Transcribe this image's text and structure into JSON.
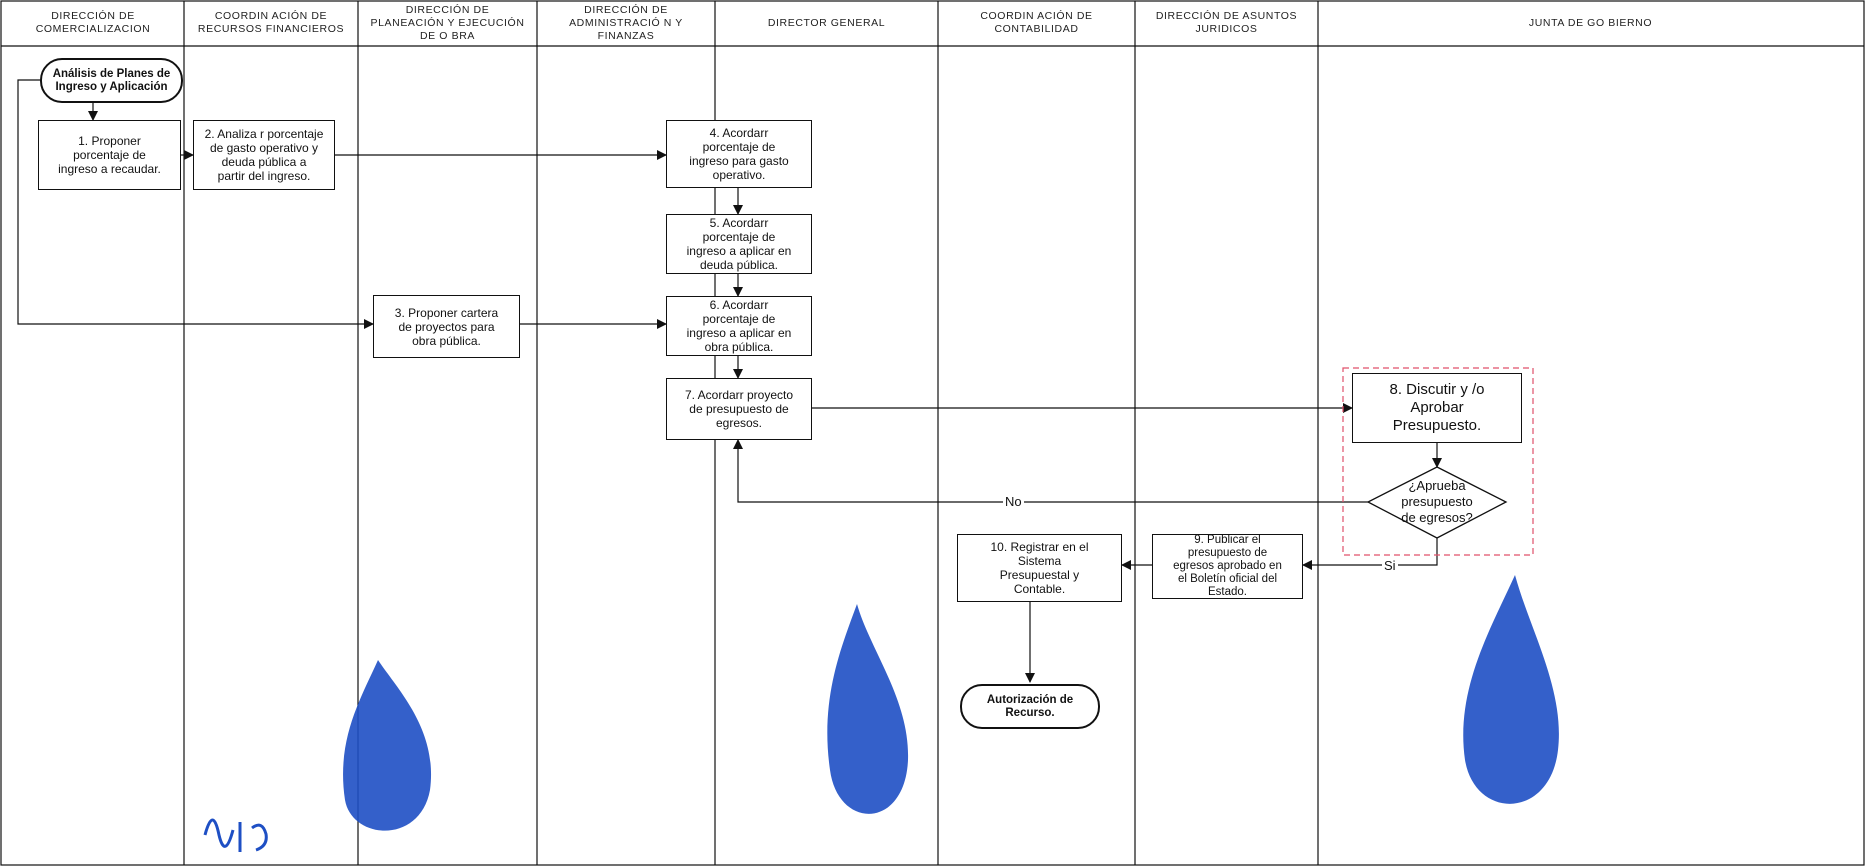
{
  "lanes": [
    "DIRECCIÓN DE\nCOMERCIALIZACION",
    "COORDIN ACIÓN  DE\nRECURSOS FINANCIEROS",
    "DIRECCIÓN  DE\nPLANEACIÓN Y EJECUCIÓN\nDE O BRA",
    "DIRECCIÓN DE\nADMINISTRACIÓ N Y\nFINANZAS",
    "DIRECTOR  GENERAL",
    "COORDIN ACIÓN  DE\nCONTABILIDAD",
    "DIRECCIÓN DE ASUNTOS\nJURIDICOS",
    "JUNTA  DE  GO BIERNO"
  ],
  "steps": {
    "start": "Análisis de Planes de\nIngreso y Aplicación",
    "s1": "1. Proponer\nporcentaje de\ningreso a recaudar.",
    "s2": "2. Analiza r porcentaje\nde  gasto operativo y\ndeuda pública a\npartir del ingreso.",
    "s3": "3. Proponer cartera\nde proyectos para\nobra pública.",
    "s4": "4. Acordarr\nporcentaje de\ningreso para gasto\noperativo.",
    "s5": "5. Acordarr\nporcentaje de\ningreso a aplicar en\ndeuda pública.",
    "s6": "6. Acordarr\nporcentaje de\ningreso a aplicar en\nobra pública.",
    "s7": "7. Acordarr proyecto\nde presupuesto de\negresos.",
    "s8": "8. Discutir y /o\nAprobar\nPresupuesto.",
    "decision": "¿Aprueba\npresupuesto\nde egresos?",
    "s9": "9. Publicar el\npresupuesto de\negresos aprobado en\nel Boletín oficial del\nEstado.",
    "s10": "10. Registrar en el\nSistema\nPresupuestal y\nContable.",
    "end": "Autorización de\nRecurso."
  },
  "labels": {
    "no": "No",
    "yes": "Si"
  },
  "colors": {
    "line": "#111111",
    "dash": "#e0506a",
    "logo": "#1e4fc4"
  }
}
